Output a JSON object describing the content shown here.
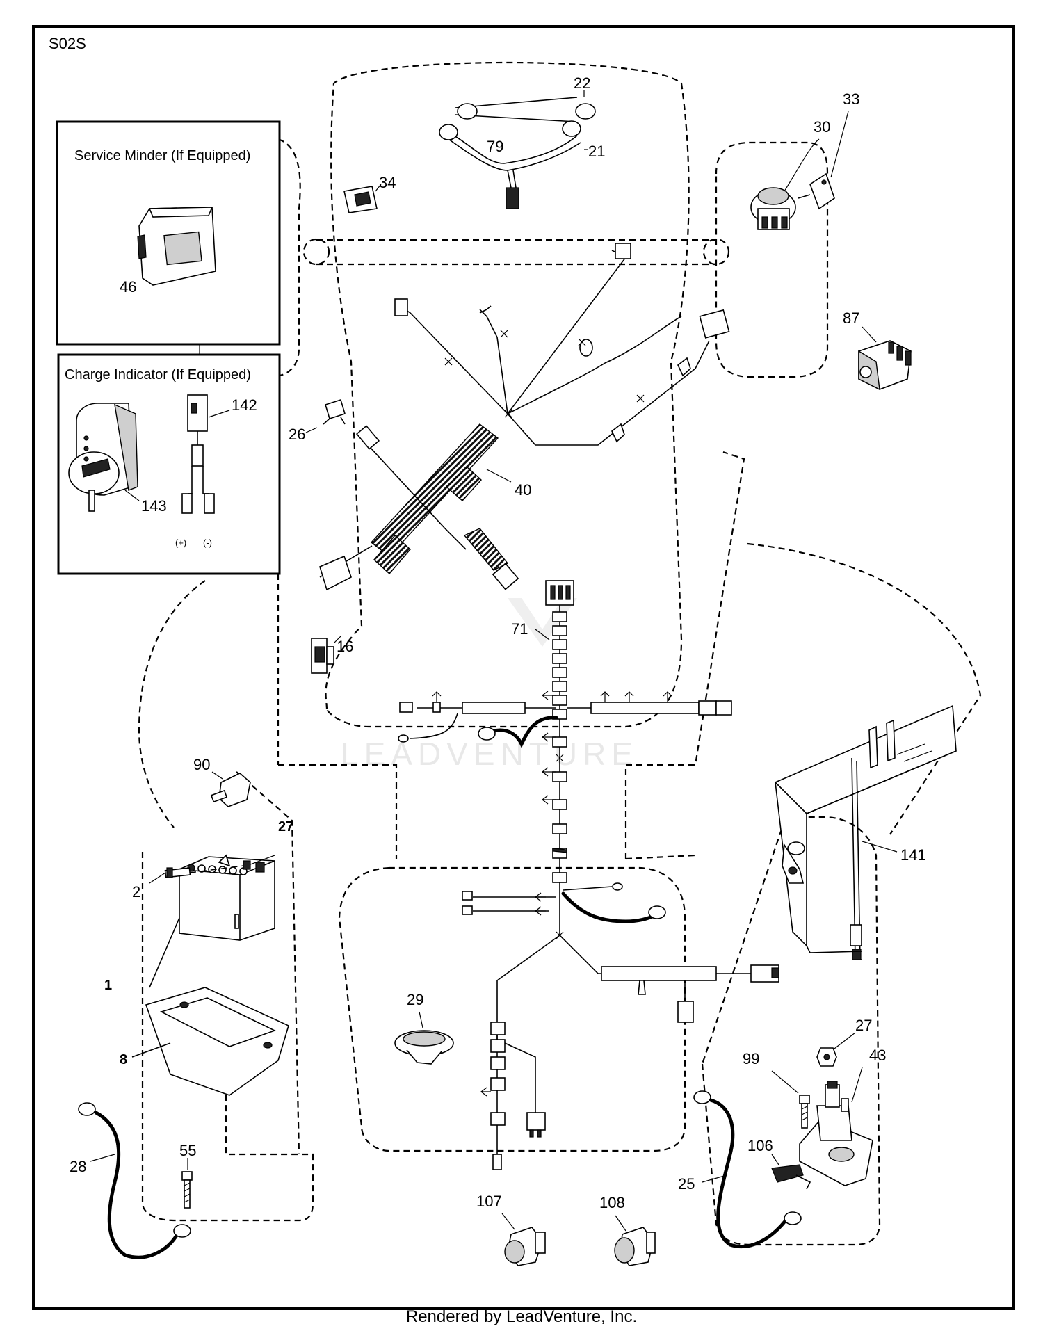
{
  "diagram_code": "S02S",
  "watermark": "LEADVENTURE",
  "footer": "Rendered by LeadVenture, Inc.",
  "boxes": {
    "service_minder": {
      "title": "Service Minder (If Equipped)",
      "part": "46"
    },
    "charge_indicator": {
      "title": "Charge Indicator (If Equipped)",
      "parts": [
        "142",
        "143"
      ],
      "pos": "(+)",
      "neg": "(-)"
    }
  },
  "labels": {
    "p1": "1",
    "p2": "2",
    "p8": "8",
    "p16": "16",
    "p21": "21",
    "p22": "22",
    "p25": "25",
    "p26": "26",
    "p27a": "27",
    "p27b": "27",
    "p28": "28",
    "p29": "29",
    "p30": "30",
    "p33": "33",
    "p34": "34",
    "p40": "40",
    "p43": "43",
    "p55": "55",
    "p71": "71",
    "p79": "79",
    "p87": "87",
    "p90": "90",
    "p99": "99",
    "p106": "106",
    "p107": "107",
    "p108": "108",
    "p141": "141"
  }
}
